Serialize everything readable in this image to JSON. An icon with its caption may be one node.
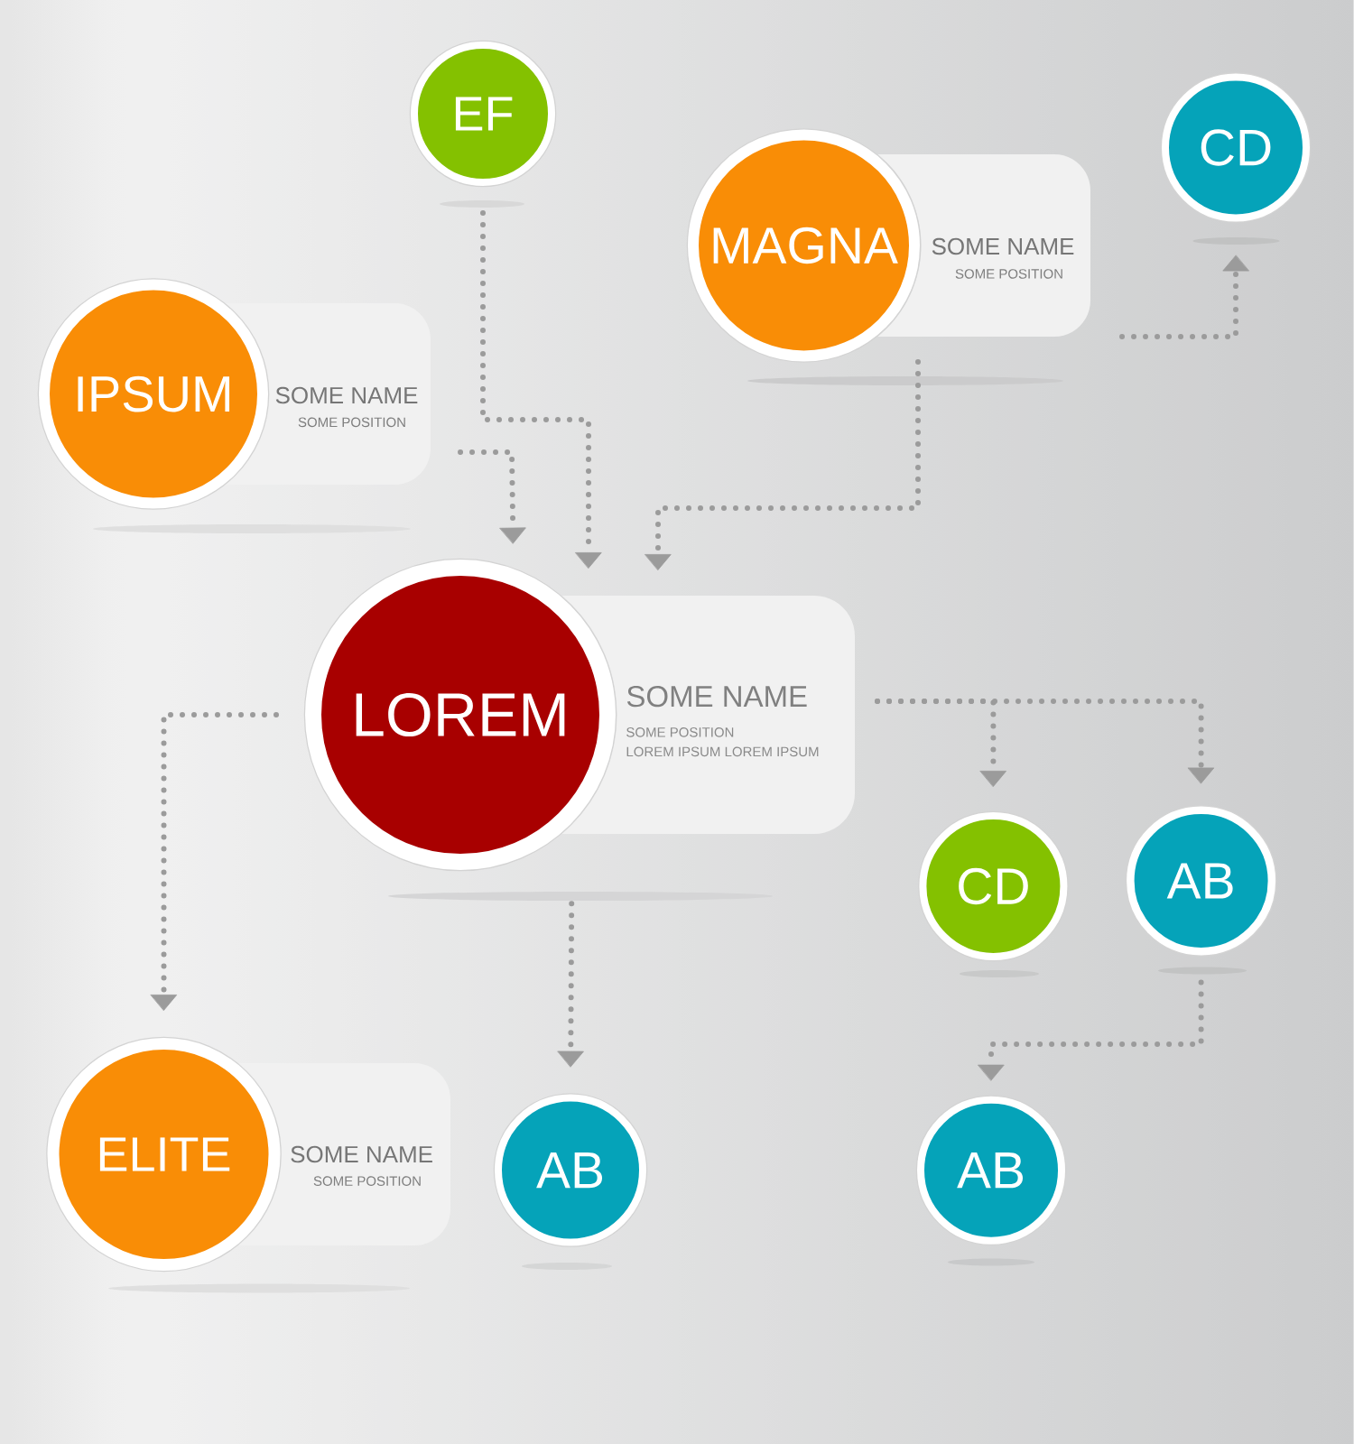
{
  "diagram": {
    "nodes": [
      {
        "text": [
          "EF"
        ]
      },
      {
        "text": [
          "MAGNA"
        ]
      },
      {
        "text": [
          "SOME NAME",
          "SOME POSITION"
        ]
      },
      {
        "text": [
          "CD"
        ]
      },
      {
        "text": [
          "IPSUM"
        ]
      },
      {
        "text": [
          "SOME NAME",
          "SOME POSITION"
        ]
      },
      {
        "text": [
          "LOREM"
        ]
      },
      {
        "text": [
          "SOME NAME",
          "SOME POSITION",
          "LOREM IPSUM LOREM IPSUM"
        ]
      },
      {
        "text": [
          "CD"
        ]
      },
      {
        "text": [
          "AB"
        ]
      },
      {
        "text": [
          "ELITE"
        ]
      },
      {
        "text": [
          "SOME NAME",
          "SOME POSITION"
        ]
      },
      {
        "text": [
          "AB"
        ]
      },
      {
        "text": [
          "AB"
        ]
      }
    ],
    "edges": [
      {
        "from": 0,
        "to": 7,
        "arrow": "to"
      },
      {
        "from": 5,
        "to": 6,
        "arrow": "to"
      },
      {
        "from": 2,
        "to": 7,
        "arrow": "to"
      },
      {
        "from": 2,
        "to": 3,
        "arrow": "to"
      },
      {
        "from": 6,
        "to": 10,
        "arrow": "to"
      },
      {
        "from": 6,
        "to": 12,
        "arrow": "to"
      },
      {
        "from": 7,
        "to": 8,
        "arrow": "to"
      },
      {
        "from": 7,
        "to": 9,
        "arrow": "to"
      },
      {
        "from": 9,
        "to": 13,
        "arrow": "to"
      }
    ]
  }
}
